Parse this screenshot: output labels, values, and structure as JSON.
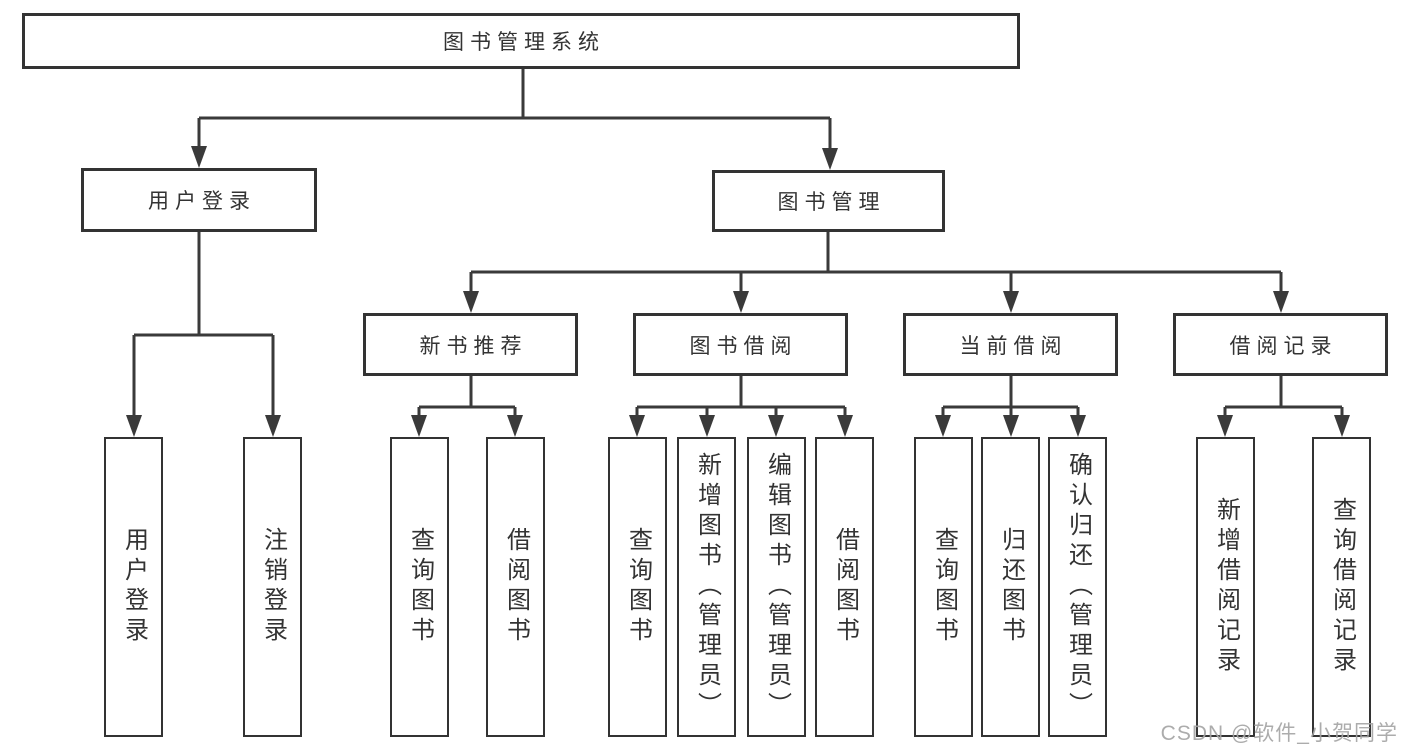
{
  "colors": {
    "line": "#3a3a3a",
    "box_border": "#333333",
    "text": "#333333",
    "background": "#ffffff",
    "watermark": "#a5a5a5"
  },
  "diagram": {
    "root": {
      "label": "图书管理系统"
    },
    "level2": [
      {
        "label": "用户登录"
      },
      {
        "label": "图书管理"
      }
    ],
    "level3": [
      {
        "label": "新书推荐"
      },
      {
        "label": "图书借阅"
      },
      {
        "label": "当前借阅"
      },
      {
        "label": "借阅记录"
      }
    ],
    "leaves": {
      "user_login": [
        {
          "label": "用户登录"
        },
        {
          "label": "注销登录"
        }
      ],
      "new_book": [
        {
          "label": "查询图书"
        },
        {
          "label": "借阅图书"
        }
      ],
      "book_borrow": [
        {
          "label": "查询图书"
        },
        {
          "label": "新增图书（管理员）"
        },
        {
          "label": "编辑图书（管理员）"
        },
        {
          "label": "借阅图书"
        }
      ],
      "current_borrow": [
        {
          "label": "查询图书"
        },
        {
          "label": "归还图书"
        },
        {
          "label": "确认归还（管理员）"
        }
      ],
      "borrow_records": [
        {
          "label": "新增借阅记录"
        },
        {
          "label": "查询借阅记录"
        }
      ]
    }
  },
  "watermark": {
    "text": "CSDN @软件_小贺同学"
  }
}
